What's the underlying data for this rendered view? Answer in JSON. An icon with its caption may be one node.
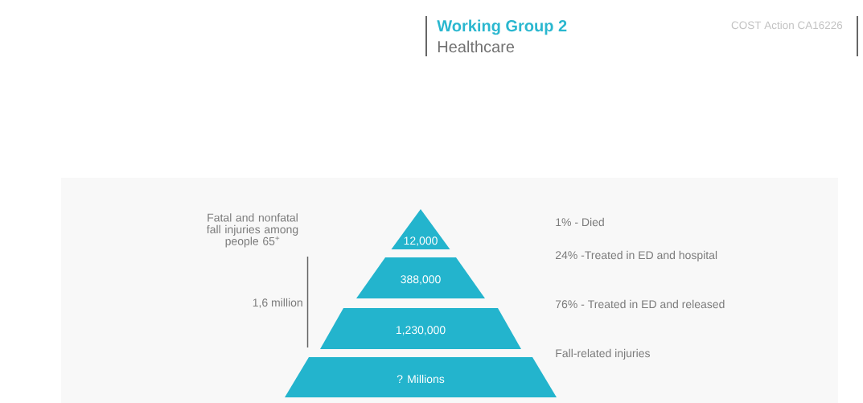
{
  "diagram": {
    "title": "Working Group 2",
    "nodes": [
      {
        "text": [
          "12,000"
        ]
      },
      {
        "text": [
          "388,000"
        ]
      },
      {
        "text": [
          "1,230,000"
        ]
      },
      {
        "text": [
          "? Millions"
        ]
      }
    ],
    "labels": [
      "Healthcare",
      "COST Action CA16226",
      "Fatal and nonfatal fall injuries among people 65$^{+}$",
      "1% - Died",
      "24% -Treated in ED and hospital",
      "1,6 million",
      "76% - Treated in ED and released",
      "Fall-related injuries"
    ]
  }
}
